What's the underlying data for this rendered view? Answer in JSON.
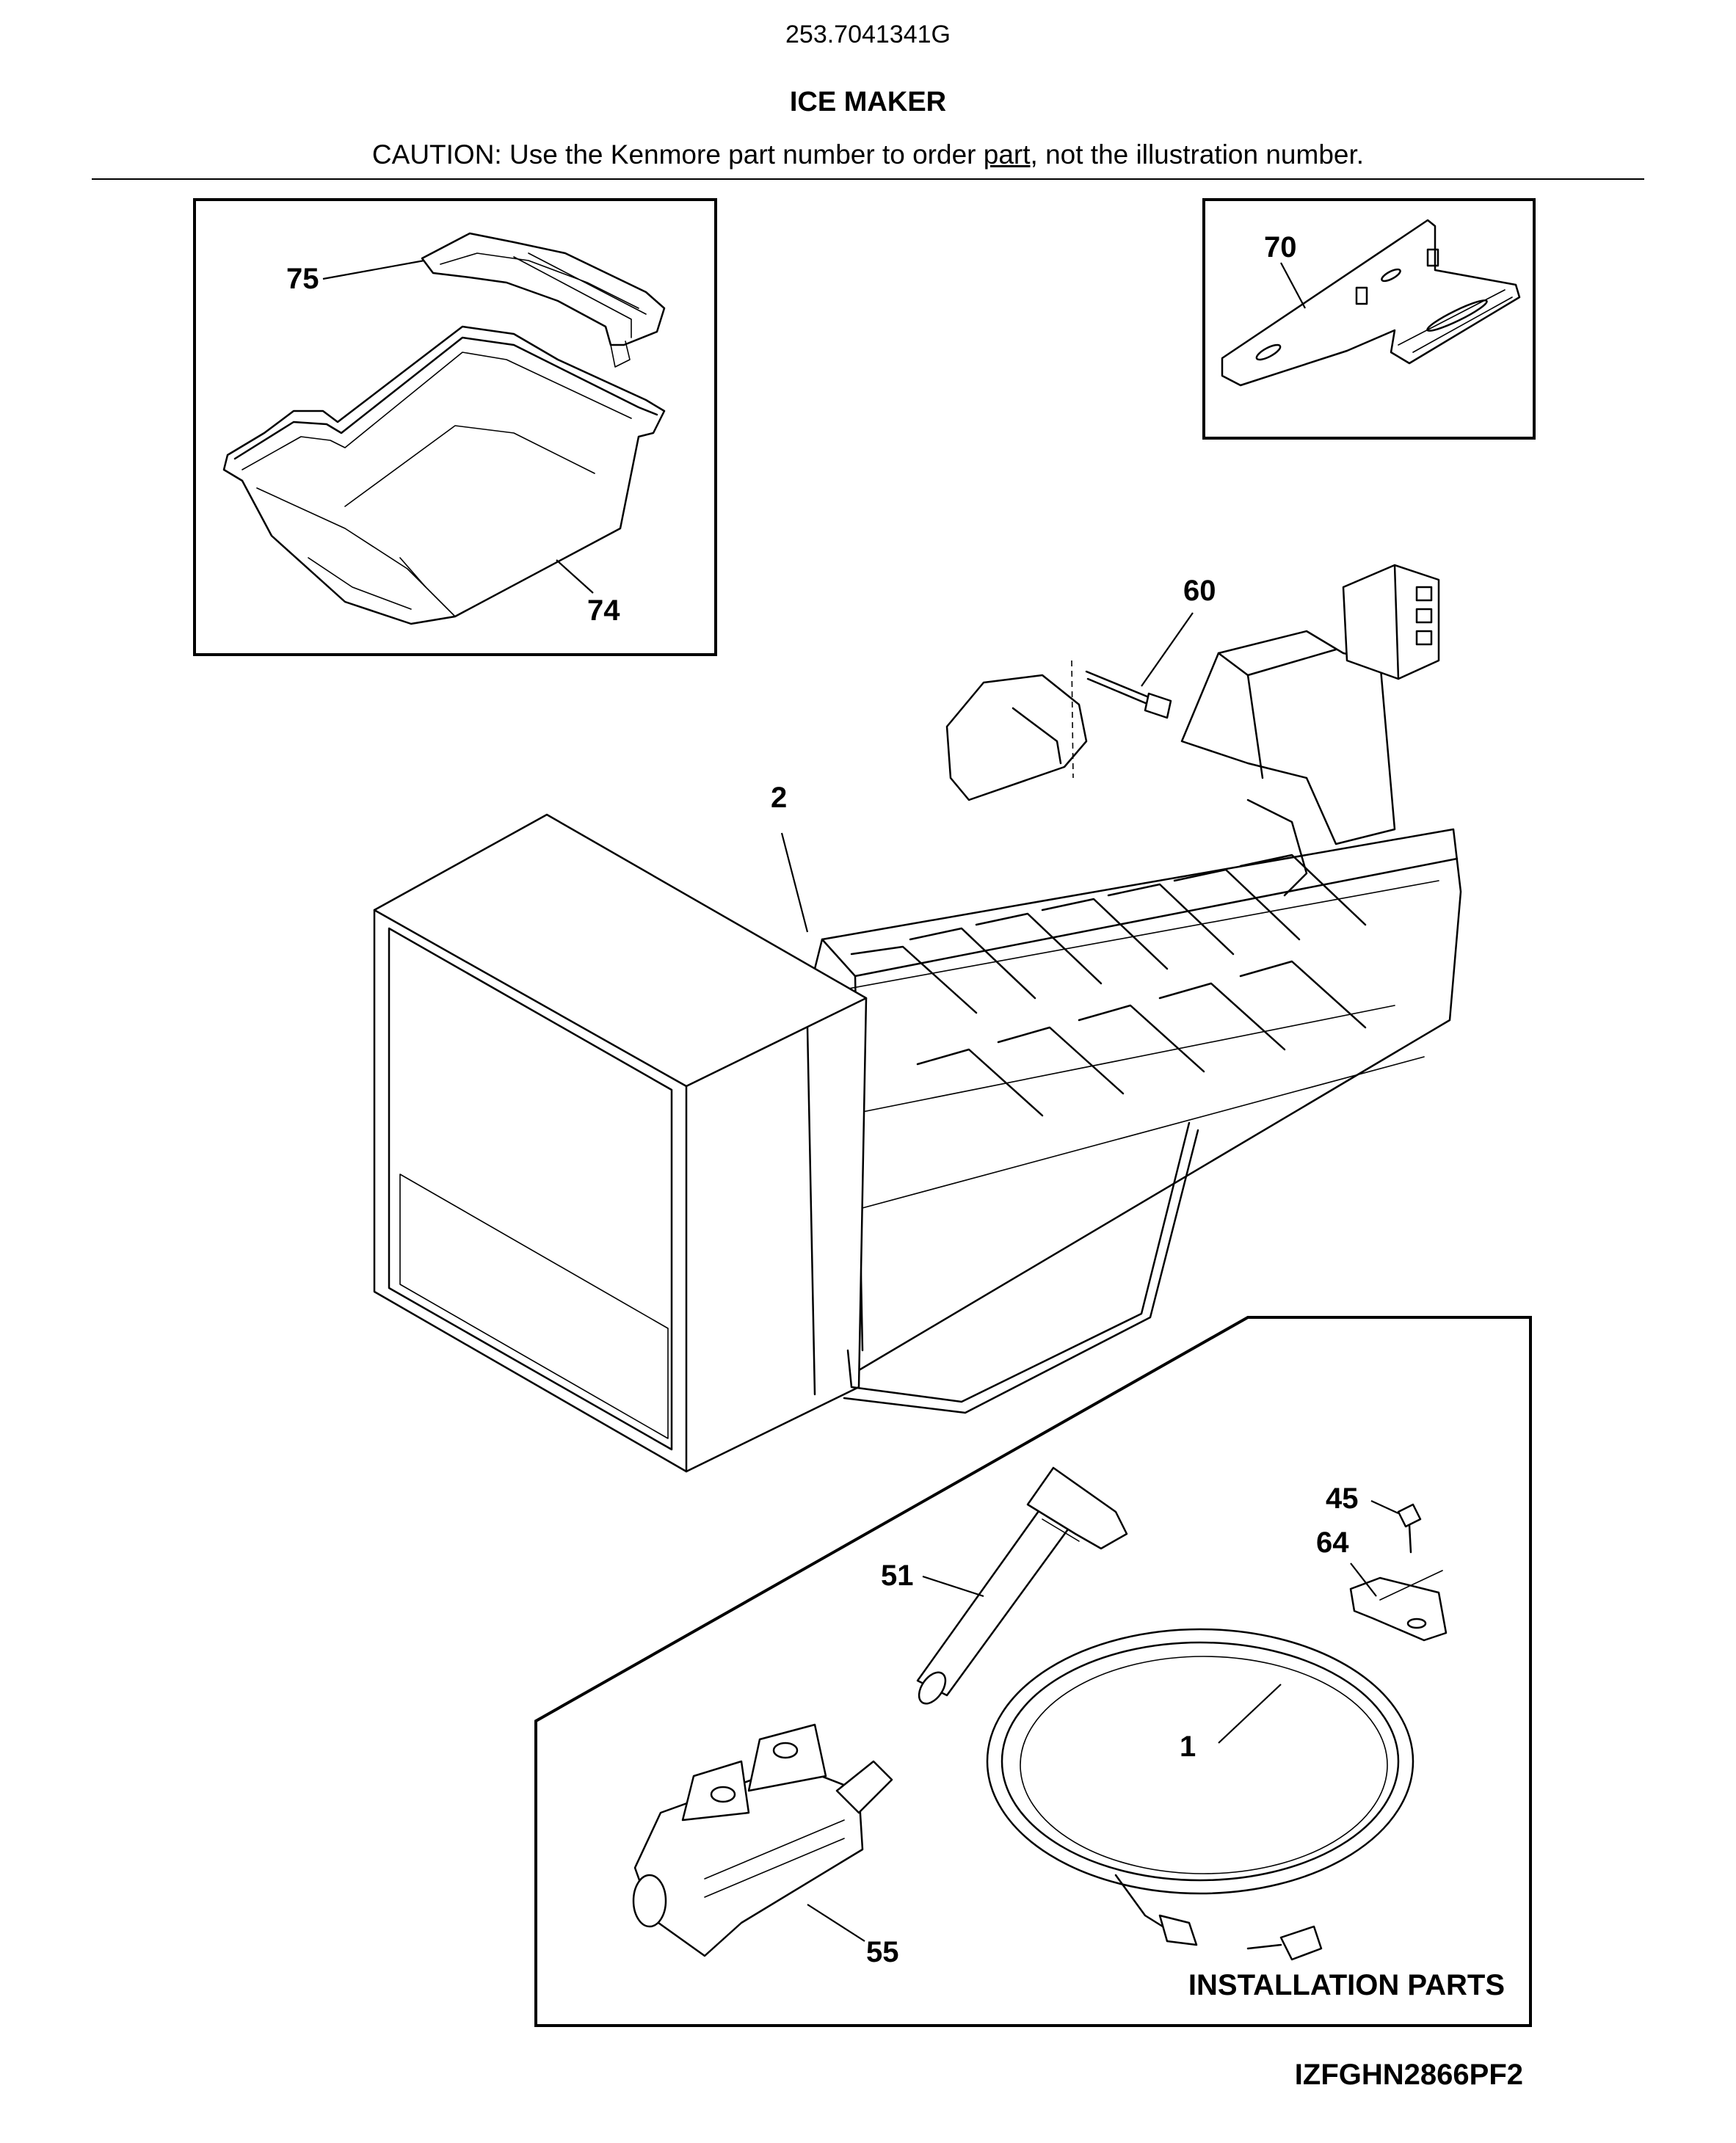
{
  "header": {
    "model_number": "253.7041341G",
    "title": "ICE MAKER",
    "caution_prefix": "CAUTION: Use the Kenmore part number to order ",
    "caution_underlined": "part",
    "caution_suffix": ", not the illustration number."
  },
  "callouts": {
    "c75": "75",
    "c74": "74",
    "c70": "70",
    "c60": "60",
    "c2": "2",
    "c45": "45",
    "c64": "64",
    "c51": "51",
    "c1": "1",
    "c55": "55"
  },
  "installation_label": "INSTALLATION PARTS",
  "drawing_code": "IZFGHN2866PF2"
}
